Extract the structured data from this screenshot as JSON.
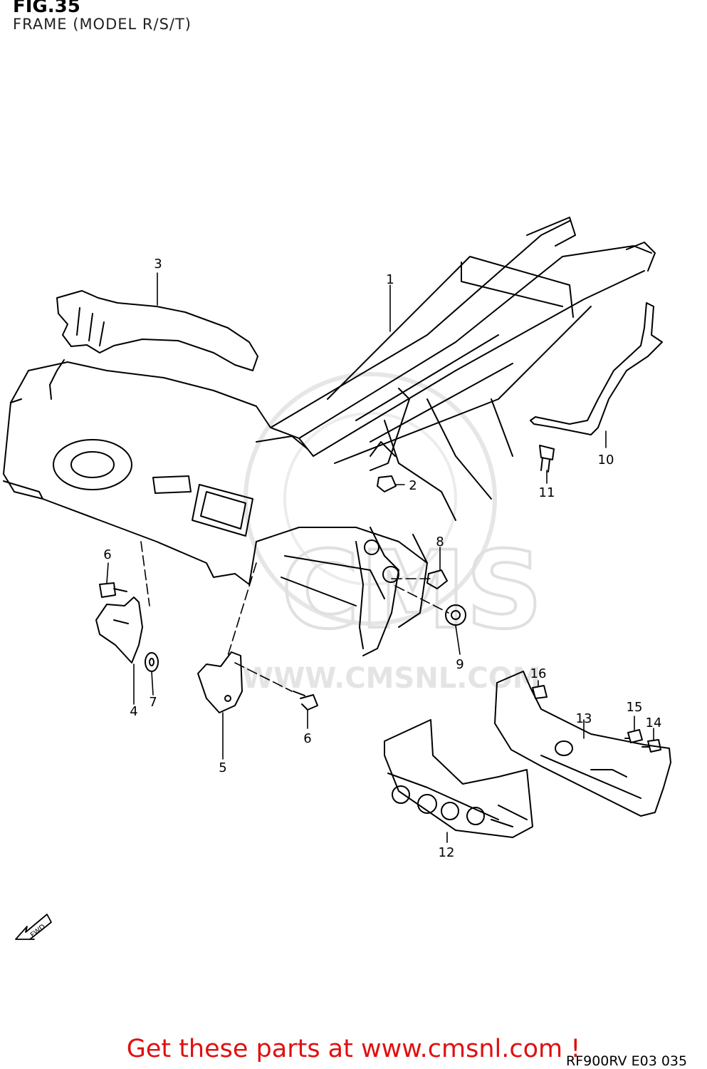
{
  "header": {
    "title": "FIG.35",
    "subtitle": "FRAME (MODEL R/S/T)"
  },
  "watermark": {
    "logo_text": "CMS",
    "url_text": "WWW.CMSNL.COM"
  },
  "callouts": [
    "1",
    "2",
    "3",
    "4",
    "5",
    "6",
    "6",
    "7",
    "8",
    "9",
    "10",
    "11",
    "12",
    "13",
    "14",
    "15",
    "16"
  ],
  "fwd_label": "FWD",
  "diagram_code": "RF900RV E03 035",
  "footer": {
    "text": "Get these parts at www.cmsnl.com !"
  },
  "colors": {
    "footer": "#e01010",
    "line": "#000000",
    "watermark": "#e0e0e0"
  }
}
